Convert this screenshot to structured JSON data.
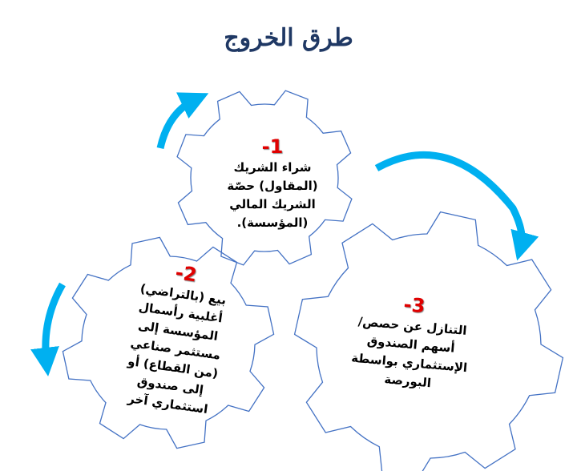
{
  "title": "طرق الخروج",
  "colors": {
    "arrow": "#00B0F0",
    "gear_stroke": "#4472C4",
    "number": "#E00000",
    "title": "#1F3864"
  },
  "gears": [
    {
      "number": "1-",
      "text": "شراء الشريك (المقاول) حصّة الشريك المالي (المؤسسة)."
    },
    {
      "number": "2-",
      "text": "بيع (بالتراضي) أغلبية رأسمال المؤسسة إلى مستثمر صناعي (من القطاع) أو إلى صندوق استثماري آخر"
    },
    {
      "number": "3-",
      "text": "التنازل عن حصص/أسهم الصندوق الإستثماري بواسطة البورصة"
    }
  ]
}
